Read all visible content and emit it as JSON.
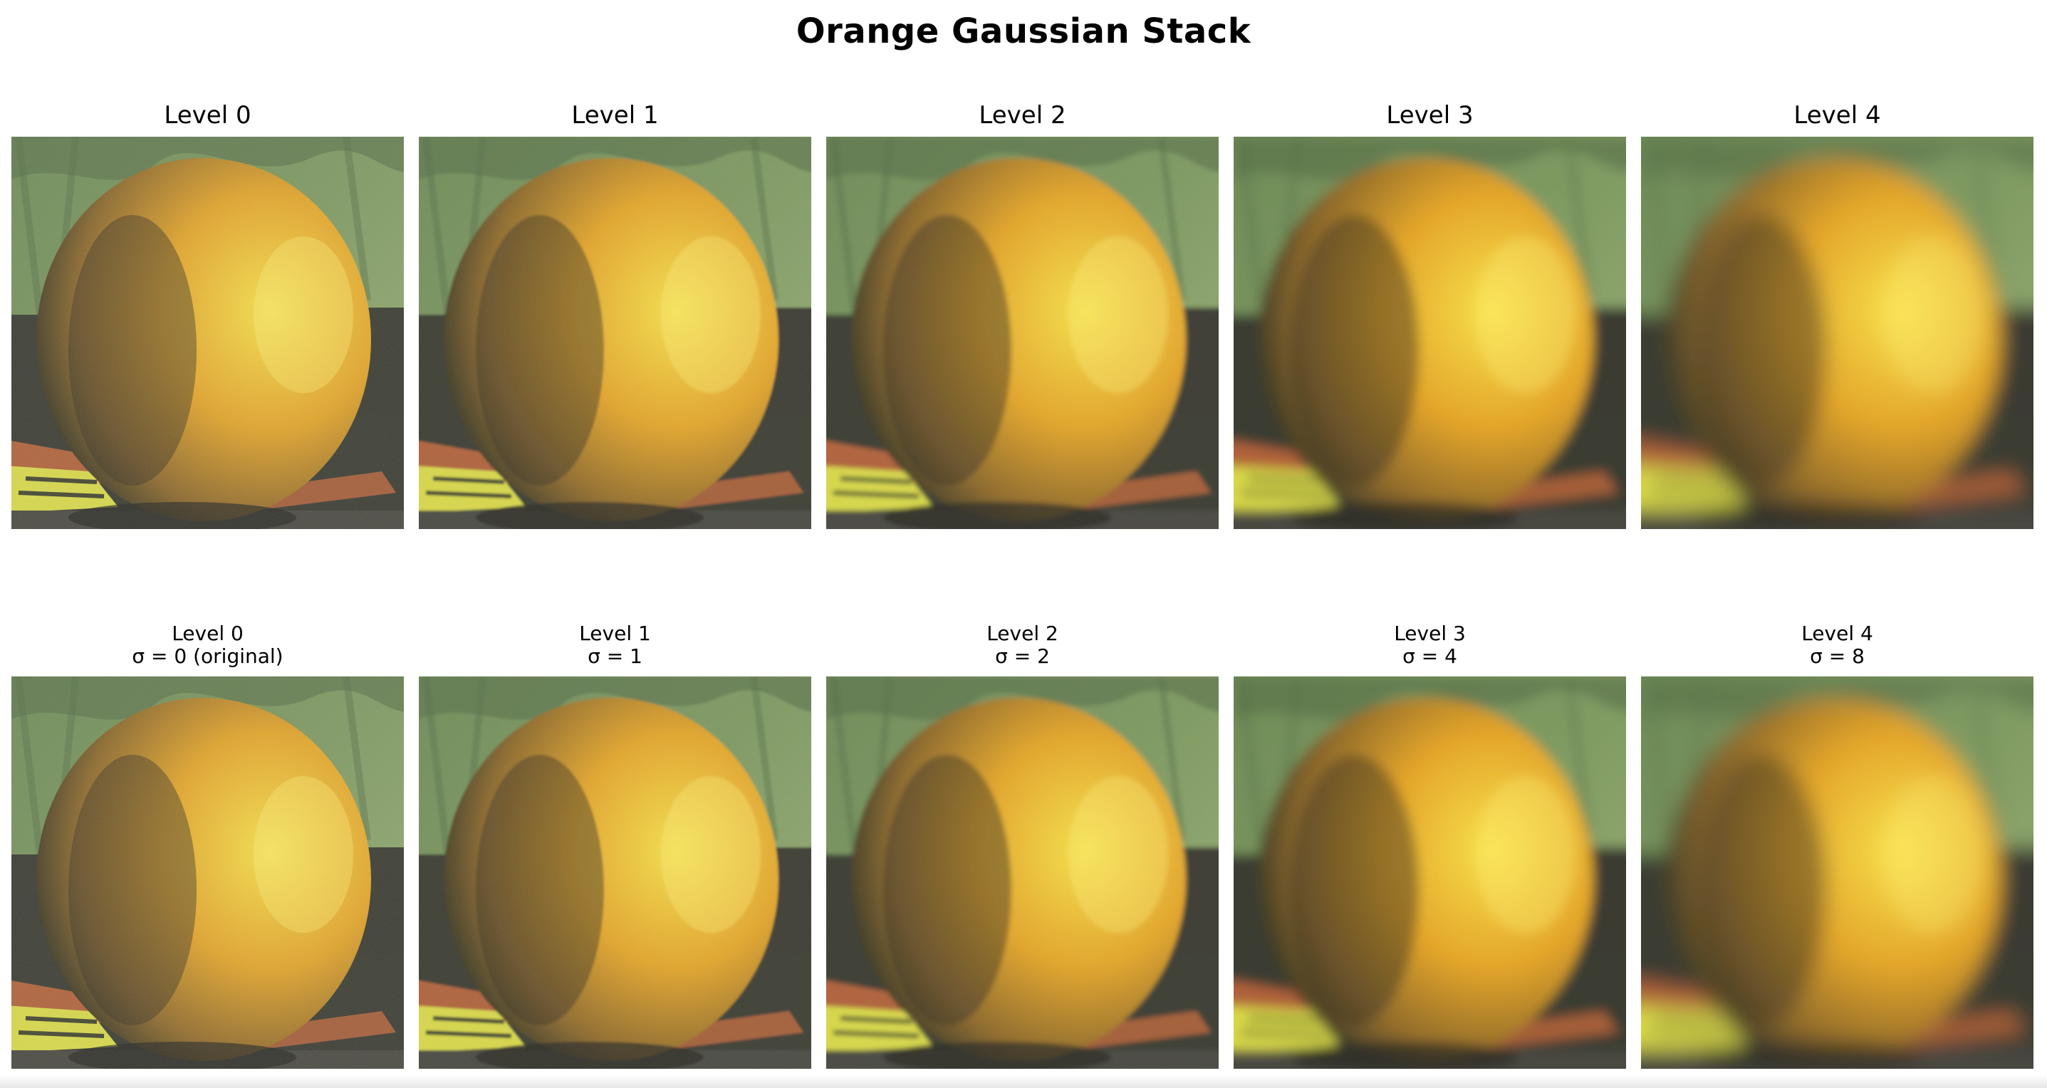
{
  "title": "Orange Gaussian Stack",
  "row1": [
    {
      "label": "Level 0"
    },
    {
      "label": "Level 1"
    },
    {
      "label": "Level 2"
    },
    {
      "label": "Level 3"
    },
    {
      "label": "Level 4"
    }
  ],
  "row2": [
    {
      "label": "Level 0",
      "sigma_text": "σ = 0 (original)",
      "sigma": 0
    },
    {
      "label": "Level 1",
      "sigma_text": "σ = 1",
      "sigma": 1
    },
    {
      "label": "Level 2",
      "sigma_text": "σ = 2",
      "sigma": 2
    },
    {
      "label": "Level 3",
      "sigma_text": "σ = 4",
      "sigma": 4
    },
    {
      "label": "Level 4",
      "sigma_text": "σ = 8",
      "sigma": 8
    }
  ],
  "colors": {
    "background_green": "#7f9a62",
    "orange_light": "#f7e04a",
    "orange_mid": "#e3a52a",
    "orange_dark": "#3e3a26",
    "table_dark": "#3b3d33",
    "pencil": "#b0623a",
    "paper_yellow": "#d8d84a"
  }
}
